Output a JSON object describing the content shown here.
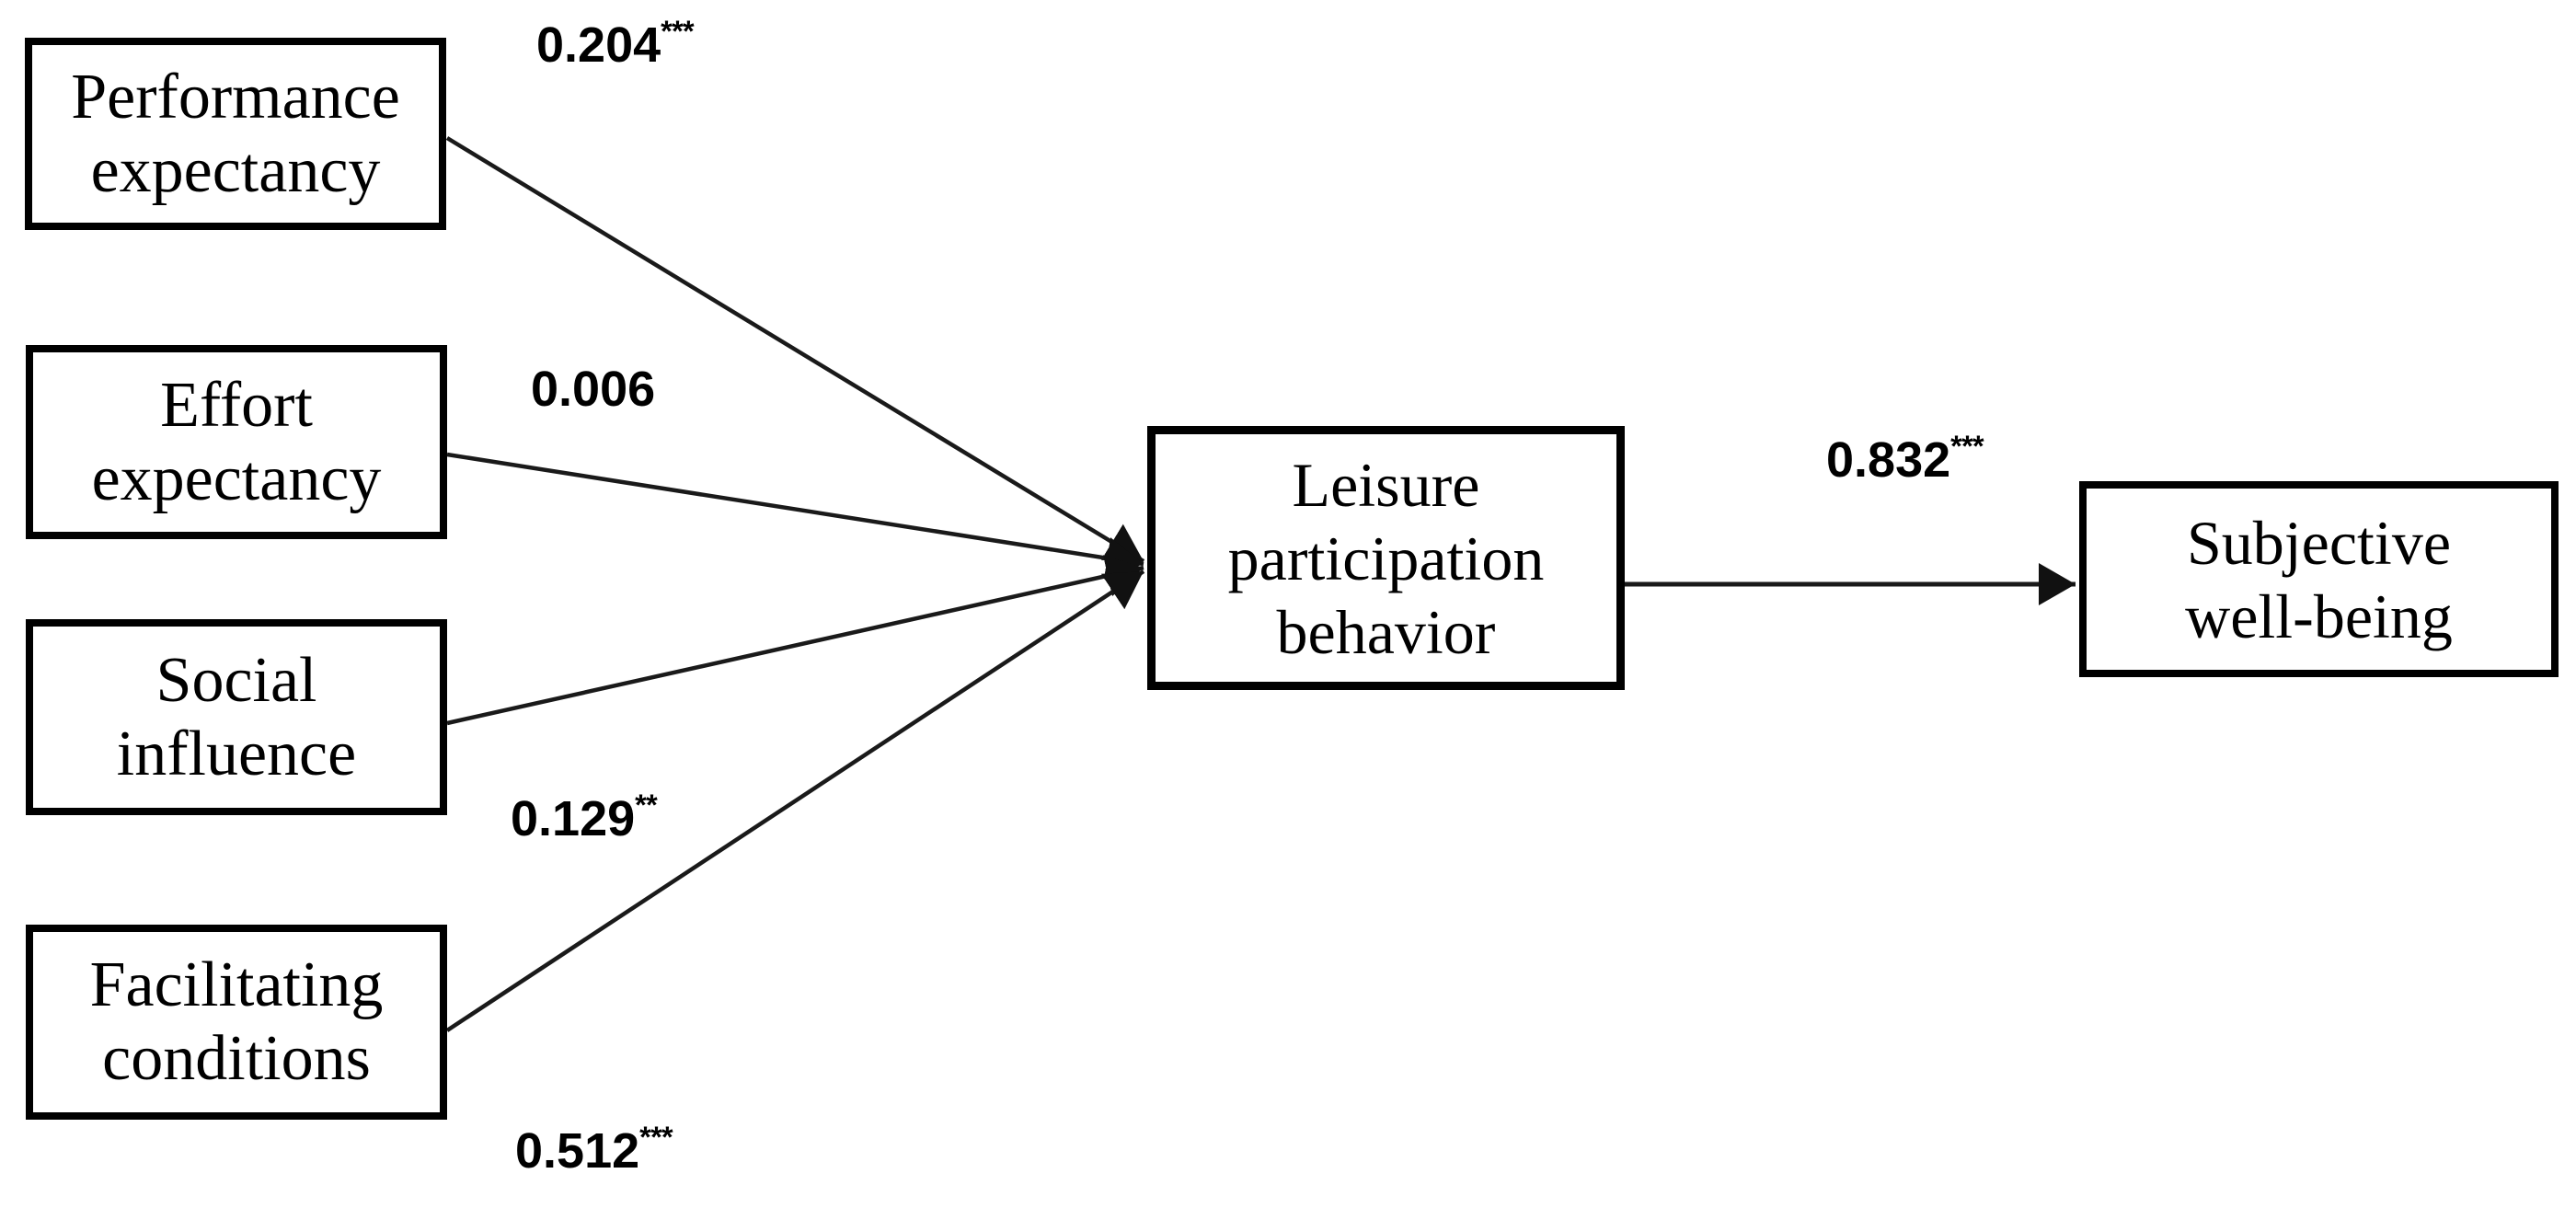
{
  "diagram": {
    "type": "path-model",
    "background_color": "#ffffff",
    "box_border_color": "#000000",
    "text_color": "#000000",
    "line_color": "#1a1a1a",
    "nodes": {
      "performance_expectancy": {
        "lines": [
          "Performance",
          "expectancy"
        ]
      },
      "effort_expectancy": {
        "lines": [
          "Effort",
          "expectancy"
        ]
      },
      "social_influence": {
        "lines": [
          "Social",
          "influence"
        ]
      },
      "facilitating_conditions": {
        "lines": [
          "Facilitating",
          "conditions"
        ]
      },
      "leisure_participation": {
        "lines": [
          "Leisure",
          "participation",
          "behavior"
        ]
      },
      "subjective_well_being": {
        "lines": [
          "Subjective",
          "well-being"
        ]
      }
    },
    "paths": [
      {
        "from": "Performance expectancy",
        "to": "Leisure participation behavior",
        "coefficient": "0.204",
        "significance": "***"
      },
      {
        "from": "Effort expectancy",
        "to": "Leisure participation behavior",
        "coefficient": "0.006",
        "significance": ""
      },
      {
        "from": "Social influence",
        "to": "Leisure participation behavior",
        "coefficient": "0.129",
        "significance": "**"
      },
      {
        "from": "Facilitating conditions",
        "to": "Leisure participation behavior",
        "coefficient": "0.512",
        "significance": "***"
      },
      {
        "from": "Leisure participation behavior",
        "to": "Subjective well-being",
        "coefficient": "0.832",
        "significance": "***"
      }
    ]
  }
}
